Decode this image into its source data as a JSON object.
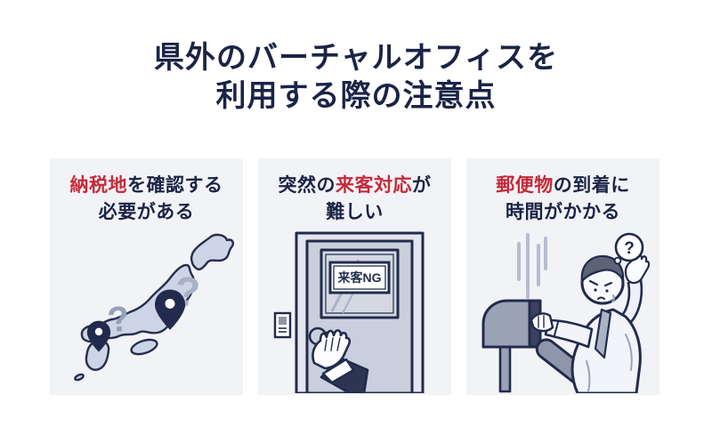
{
  "title": {
    "line1": "県外のバーチャルオフィスを",
    "line2": "利用する際の注意点"
  },
  "colors": {
    "navy_text": "#1b2446",
    "red_highlight": "#c42b3a",
    "card_background": "#f2f3f6",
    "outline": "#262e4e",
    "map_fill": "#ccd4e6",
    "muted_gray": "#97a0ba"
  },
  "cards": [
    {
      "id": "tax-location",
      "heading": {
        "pre": "",
        "highlight": "納税地",
        "post": "を確認する",
        "line2": "必要がある"
      },
      "illustration": "japan-map-with-location-pins",
      "question_marks": [
        "?",
        "?"
      ]
    },
    {
      "id": "visitor-handling",
      "heading": {
        "pre": "突然の",
        "highlight": "来客対応",
        "post": "が",
        "line2": "難しい"
      },
      "illustration": "door-with-no-visitors-sign",
      "sign_text": "来客NG"
    },
    {
      "id": "mail-delay",
      "heading": {
        "pre": "",
        "highlight": "郵便物",
        "post": "の到着に",
        "line2": "時間がかかる"
      },
      "illustration": "man-at-empty-mailbox",
      "bubble_text": "?"
    }
  ]
}
